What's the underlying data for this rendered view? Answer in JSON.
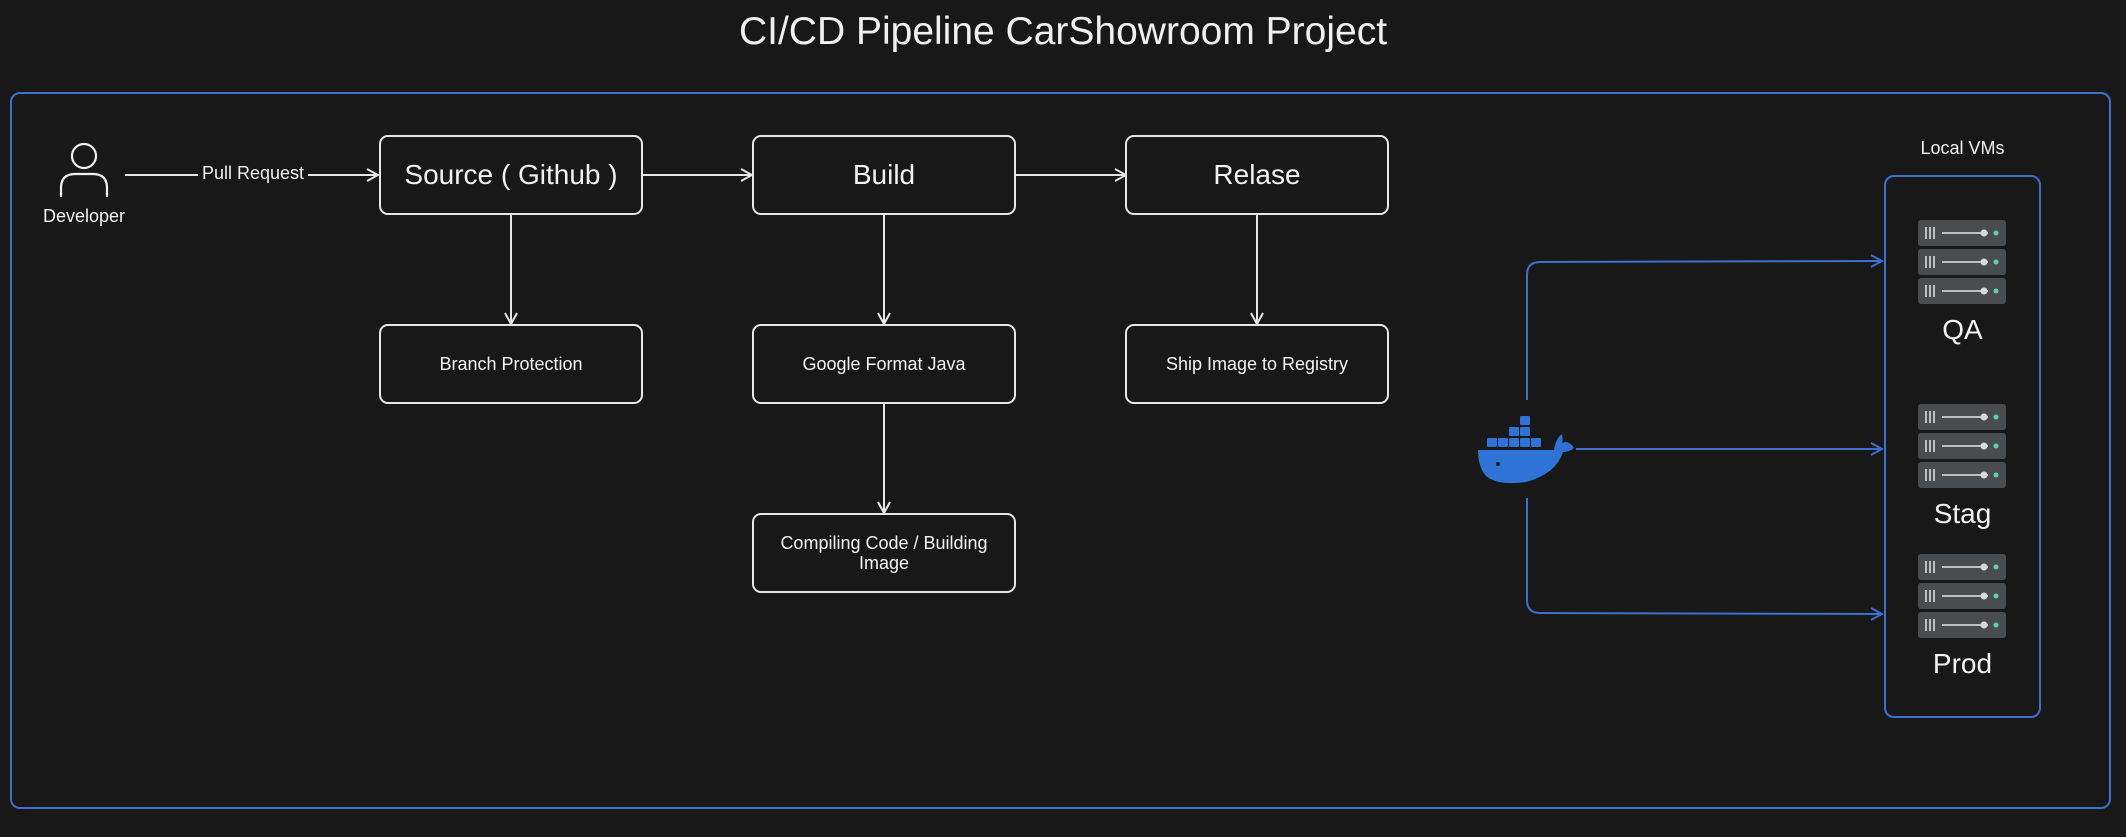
{
  "title": "CI/CD Pipeline CarShowroom Project",
  "developer": {
    "label": "Developer"
  },
  "edges": {
    "pull_request": "Pull Request"
  },
  "stages": {
    "source": "Source ( Github )",
    "build": "Build",
    "release": "Relase"
  },
  "steps": {
    "branch_protection": "Branch Protection",
    "google_format_java": "Google Format Java",
    "compiling": "Compiling Code / Building Image",
    "ship_image": "Ship Image to Registry"
  },
  "vms": {
    "group_label": "Local VMs",
    "qa": "QA",
    "stag": "Stag",
    "prod": "Prod"
  },
  "colors": {
    "background": "#181818",
    "frame_accent": "#3c6fd0",
    "box_stroke": "#e6e6e6",
    "docker_blue": "#2f73d6",
    "server_body": "#4a4d4f",
    "server_led": "#5fd2a8"
  },
  "icons": {
    "developer": "person-icon",
    "docker": "docker-whale-icon",
    "server": "server-rack-icon"
  }
}
